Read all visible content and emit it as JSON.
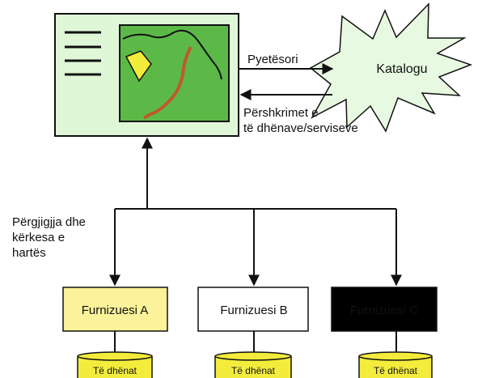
{
  "client": {
    "legend_lines": 4,
    "map_features": [
      "road-line",
      "river-line",
      "building-shape"
    ]
  },
  "catalog": {
    "label": "Katalogu"
  },
  "flows": {
    "query_label": "Pyetësori",
    "description_label_line1": "Përshkrimet e",
    "description_label_line2": "të dhënave/serviseve",
    "request_label_line1": "Përgjigjja dhe",
    "request_label_line2": "kërkesa e",
    "request_label_line3": "hartës"
  },
  "providers": [
    {
      "label": "Furnizuesi A",
      "fill": "#fbf29a",
      "text_color": "#111111",
      "data_label": "Të dhënat"
    },
    {
      "label": "Furnizuesi B",
      "fill": "#ffffff",
      "text_color": "#111111",
      "data_label": "Të dhënat"
    },
    {
      "label": "Furnizuesi C",
      "fill": "#000000",
      "text_color": "#ffffff",
      "data_label": "Të dhënat"
    }
  ],
  "colors": {
    "client_panel": "#dff7d6",
    "map_background": "#5cb948",
    "building": "#f3ec3a",
    "river": "#bf5a2a",
    "road": "#111111",
    "catalog_fill": "#e8f9e2",
    "data_cylinder": "#f4ec3c"
  }
}
